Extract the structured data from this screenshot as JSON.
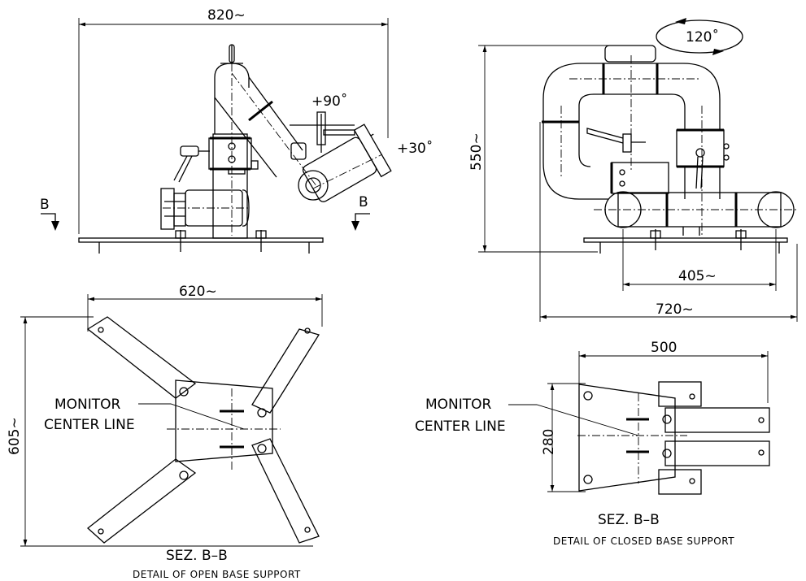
{
  "front_view": {
    "width_dim": "820~",
    "elevation_up": "+90˚",
    "elevation_down": "+30˚",
    "section_left": "B",
    "section_right": "B"
  },
  "side_view": {
    "rotation": "120˚",
    "height_dim": "550~",
    "inner_dim": "405~",
    "width_dim": "720~"
  },
  "open_base": {
    "width_dim": "620~",
    "height_dim": "605~",
    "label_line1": "MONITOR",
    "label_line2": "CENTER LINE",
    "section_title": "SEZ. B–B",
    "caption": "DETAIL OF OPEN BASE SUPPORT"
  },
  "closed_base": {
    "width_dim": "500",
    "height_dim": "280",
    "label_line1": "MONITOR",
    "label_line2": "CENTER LINE",
    "section_title": "SEZ. B–B",
    "caption": "DETAIL OF CLOSED BASE SUPPORT"
  }
}
